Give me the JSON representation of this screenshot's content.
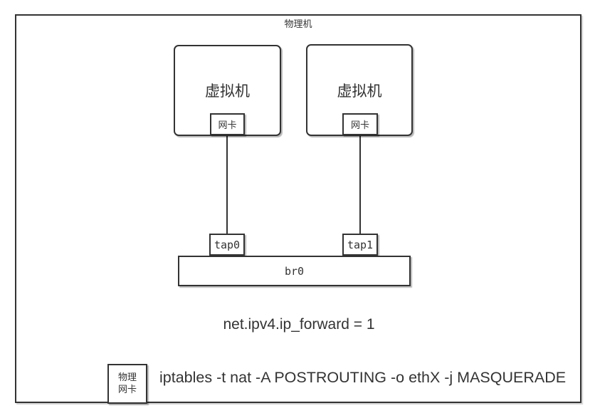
{
  "diagram": {
    "host": {
      "label": "物理机"
    },
    "vms": [
      {
        "label": "虚拟机",
        "nic": "网卡"
      },
      {
        "label": "虚拟机",
        "nic": "网卡"
      }
    ],
    "taps": [
      "tap0",
      "tap1"
    ],
    "bridge": {
      "label": "br0"
    },
    "sysctl": "net.ipv4.ip_forward = 1",
    "physical_nic": {
      "line1": "物理",
      "line2": "网卡"
    },
    "iptables": "iptables -t nat -A POSTROUTING -o ethX -j MASQUERADE",
    "colors": {
      "stroke": "#333333",
      "text": "#333333",
      "background": "#ffffff"
    }
  }
}
